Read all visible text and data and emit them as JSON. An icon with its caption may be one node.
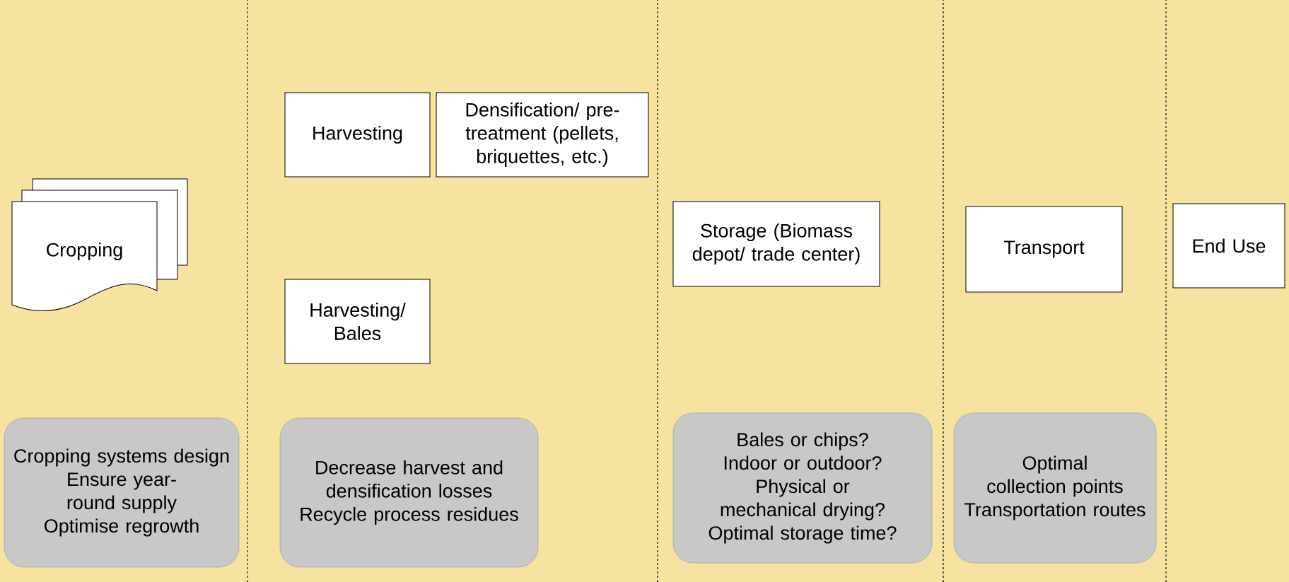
{
  "diagram": {
    "nodes": [
      {
        "text": [
          "Cropping"
        ]
      },
      {
        "text": [
          "Harvesting"
        ]
      },
      {
        "text": [
          "Densification/ pre-treatment (pellets, briquettes, etc.)"
        ]
      },
      {
        "text": [
          "Harvesting/ Bales"
        ]
      },
      {
        "text": [
          "Storage (Biomass depot/ trade center)"
        ]
      },
      {
        "text": [
          "Transport"
        ]
      },
      {
        "text": [
          "End Use"
        ]
      },
      {
        "text": [
          "Cropping systems design",
          "Ensure year-round supply",
          "Optimise regrowth"
        ]
      },
      {
        "text": [
          "Decrease harvest and densification losses",
          "Recycle process residues"
        ]
      },
      {
        "text": [
          "Bales or chips?",
          "Indoor or outdoor?",
          "Physical or mechanical drying?",
          "Optimal storage time?"
        ]
      },
      {
        "text": [
          "Optimal collection points",
          "Transportation routes"
        ]
      }
    ],
    "edges": []
  }
}
